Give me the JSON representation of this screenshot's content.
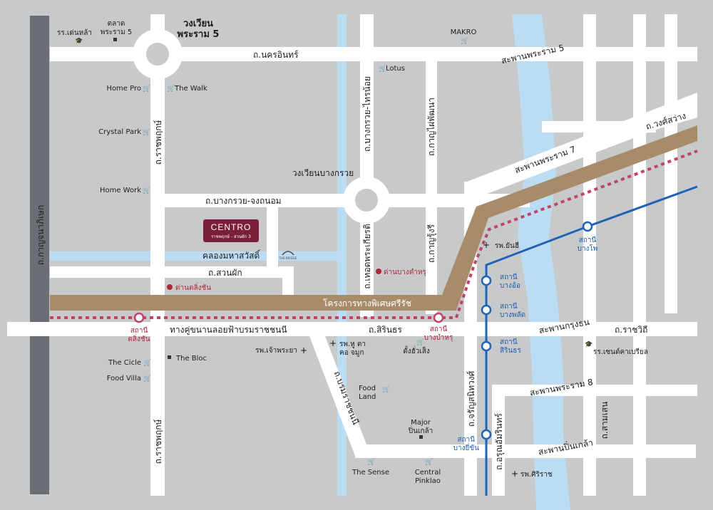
{
  "colors": {
    "background": "#c8c9cb",
    "road": "#ffffff",
    "river": "#bcdcf3",
    "expressway": "#a88c6a",
    "expressway_side": "#6b6f75",
    "red_line": "#c1436a",
    "blue_line": "#1e63b5",
    "centro_badge": "#7a1f3a"
  },
  "roads": {
    "nakhon_in": "ถ.นครอินทร์",
    "bang_kruai_chong_thanom": "ถ.บางกรวย-จงถนอม",
    "suan_phak": "ถ.สวนผัก",
    "kanchanaphisek": "ถ.กาญจนาภิเษก",
    "ratchaphruek_top": "ถ.ราชพฤกษ์",
    "ratchaphruek_bottom": "ถ.ราชพฤกษ์",
    "bang_kruai_sai_noi": "ถ.บางกรวย-ไทรน้อย",
    "thoet_phrakiat": "ถ.เทอดพระเกียรติ",
    "kan_phai_phatthana": "ถ.กาญไผ่พัฒนา",
    "kan_rung": "ถ.กาญรุ้งรี",
    "sirindhorn": "ถ.สิรินธร",
    "boromratchachonnani": "ทางคู่ขนานลอยฟ้าบรมราชชนนี",
    "boromratchachonnani_diag": "ถ.บรมราชชนนี",
    "charan_sanitwong": "ถ.จรัญสนิทวงศ์",
    "arun_amarin": "ถ.อรุณอัมรินทร์",
    "ratchawithi": "ถ.ราชวิถี",
    "samsen": "ถ.สามเสน",
    "wong_sawang": "ถ.วงศ์สว่าง"
  },
  "bridges": {
    "rama5": "สะพานพระราม 5",
    "rama7": "สะพานพระราม 7",
    "krung_thon": "สะพานกรุงธน",
    "rama8": "สะพานพระราม 8",
    "pin_klao": "สะพานปิ่นเกล้า"
  },
  "circles": {
    "rama5_line1": "วงเวียน",
    "rama5_line2": "พระราม 5",
    "bang_kruai": "วงเวียนบางกรวย"
  },
  "canal": "คลองมหาสวัสดิ์",
  "expressway_label": "โครงการทางพิเศษศรีรัช",
  "checkpoints": {
    "taling_chan": "ด่านตลิ่งชัน",
    "bang_kruai_chk": "ด่านบางตำหรุ"
  },
  "stations": {
    "word": "สถานี",
    "taling_chan": "ตลิ่งชัน",
    "bang_bamru": "บางบำหรุ",
    "bang_phlat": "บางพลัด",
    "bang_o": "บางอ้อ",
    "sirindhorn": "สิรินธร",
    "bang_yi_khan": "บางยี่ขัน",
    "bang_pho": "บางโพ"
  },
  "places": {
    "school_dengla": "รร.เด่นหล้า",
    "market_line1": "ตลาด",
    "market_line2": "พระราม 5",
    "makro": "MAKRO",
    "lotus": "Lotus",
    "home_pro": "Home Pro",
    "the_walk": "The Walk",
    "crystal_park": "Crystal Park",
    "home_work": "Home Work",
    "yanhee": "รพ.ยันฮี",
    "chaophraya_hosp": "รพ.เจ้าพระยา",
    "ent_hosp_line1": "รพ.หู ตา",
    "ent_hosp_line2": "คอ จมูก",
    "tang_hua_seng": "ตั้งฮั่วเส็ง",
    "the_cicle": "The Cicle",
    "food_villa": "Food Villa",
    "the_bloc": "The Bloc",
    "food_land_line1": "Food",
    "food_land_line2": "Land",
    "major_line1": "Major",
    "major_line2": "ปิ่นเกล้า",
    "the_sense": "The Sense",
    "central_line1": "Central",
    "central_line2": "Pinklao",
    "siriraj": "รพ.ศิริราช",
    "st_gabriel": "รร.เซนต์คาเบรียล",
    "the_bridge": "THE BRIDGE"
  },
  "centro": {
    "name": "CENTRO",
    "sub": "ราชพฤกษ์ - สวนผัก 3"
  },
  "icons": {
    "school": "school-icon",
    "cart": "cart-icon",
    "square": "market-icon",
    "hospital": "hospital-cross-icon",
    "checkpoint": "checkpoint-dot-icon",
    "station": "station-ring-icon"
  }
}
